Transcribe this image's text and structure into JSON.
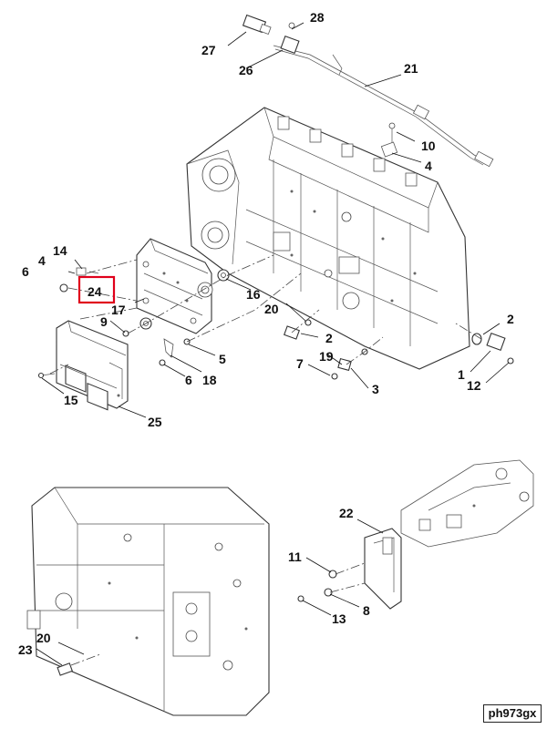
{
  "diagram_ref": "ph973gx",
  "highlighted_callout": "24",
  "colors": {
    "highlight": "#e0001b",
    "line": "#333333",
    "label": "#111111"
  },
  "callouts": {
    "c28": "28",
    "c27": "27",
    "c26": "26",
    "c21": "21",
    "c10": "10",
    "c4a": "4",
    "c14": "14",
    "c4b": "4",
    "c6a": "6",
    "c24": "24",
    "c16": "16",
    "c17": "17",
    "c20a": "20",
    "c9": "9",
    "c2a": "2",
    "c2b": "2",
    "c5": "5",
    "c19": "19",
    "c7": "7",
    "c6b": "6",
    "c18": "18",
    "c3": "3",
    "c1": "1",
    "c12": "12",
    "c15": "15",
    "c25": "25",
    "c22": "22",
    "c11": "11",
    "c8": "8",
    "c13": "13",
    "c20b": "20",
    "c23": "23"
  }
}
